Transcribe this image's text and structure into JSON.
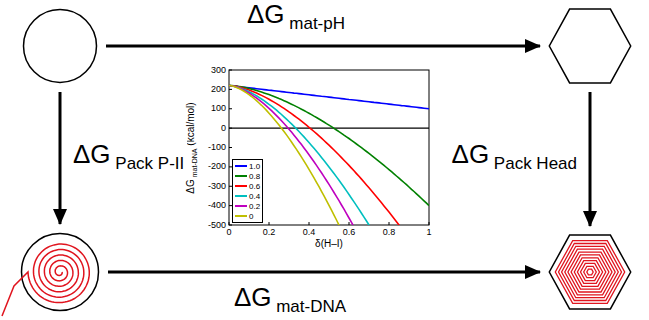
{
  "diagram": {
    "nodes": [
      {
        "text": []
      },
      {
        "text": []
      },
      {
        "text": []
      },
      {
        "text": []
      }
    ],
    "edges": [
      {
        "from": 0,
        "to": 1,
        "arrow": "to",
        "label": "ΔG mat-pH"
      },
      {
        "from": 0,
        "to": 2,
        "arrow": "to",
        "label": "ΔG Pack P-II"
      },
      {
        "from": 1,
        "to": 3,
        "arrow": "to",
        "label": "ΔG Pack Head"
      },
      {
        "from": 2,
        "to": 3,
        "arrow": "to",
        "label": "ΔG mat-DNA"
      }
    ],
    "labels": [
      "300",
      "200",
      "100",
      "0",
      "-100",
      "-200",
      "-300",
      "-400",
      "-500",
      "0",
      "0.2",
      "0.4",
      "0.6",
      "0.8",
      "1",
      "ΔG mat-DNA (kcal/mol)",
      "δ(H–I)"
    ],
    "legend": [
      {
        "text": "1.0",
        "color": "#0000ff"
      },
      {
        "text": "0.8",
        "color": "#008000"
      },
      {
        "text": "0.6",
        "color": "#ff0000"
      },
      {
        "text": "0.4",
        "color": "#00bfbf"
      },
      {
        "text": "0.2",
        "color": "#bf00bf"
      },
      {
        "text": "0",
        "color": "#bfbf00"
      }
    ]
  }
}
